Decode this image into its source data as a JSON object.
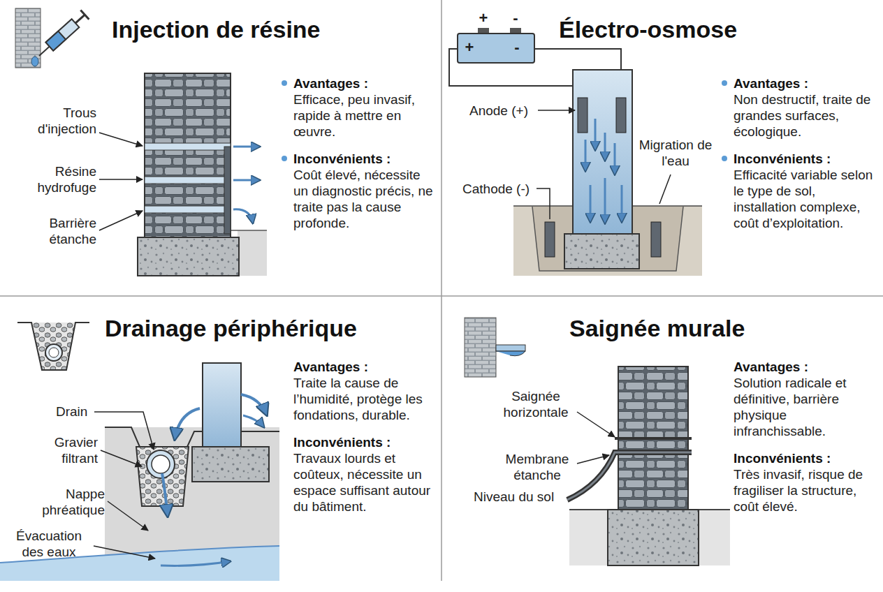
{
  "diagram": {
    "nodes": [
      {
        "text": [
          "Injection de résine",
          "Avantages :",
          "Efficace, peu invasif, rapide à mettre en œuvre.",
          "Inconvénients :",
          "Coût élevé, nécessite un diagnostic précis, ne traite pas la cause profonde."
        ]
      },
      {
        "text": [
          "Électro-osmose",
          "Avantages :",
          "Non destructif, traite de grandes surfaces, écologique.",
          "Inconvénients :",
          "Efficacité variable selon le type de sol, installation complexe, coût d’exploitation."
        ]
      },
      {
        "text": [
          "Drainage périphérique",
          "Avantages :",
          "Traite la cause de l’humidité, protège les fondations, durable.",
          "Inconvénients :",
          "Travaux lourds et coûteux, nécessite un espace suffisant autour du bâtiment."
        ]
      },
      {
        "text": [
          "Saignée murale",
          "Avantages :",
          "Solution radicale et définitive, barrière physique infranchissable.",
          "Inconvénients :",
          "Très invasif, risque de fragiliser la structure, coût élevé."
        ]
      }
    ],
    "labels": [
      "Trous d'injection",
      "Résine hydrofuge",
      "Barrière étanche",
      "+",
      "-",
      "+",
      "-",
      "Anode (+)",
      "Cathode (-)",
      "Migration de l'eau",
      "Drain",
      "Gravier filtrant",
      "Nappe phréatique",
      "Évacuation des eaux",
      "Saignée horizontale",
      "Membrane étanche",
      "Niveau du sol"
    ]
  }
}
